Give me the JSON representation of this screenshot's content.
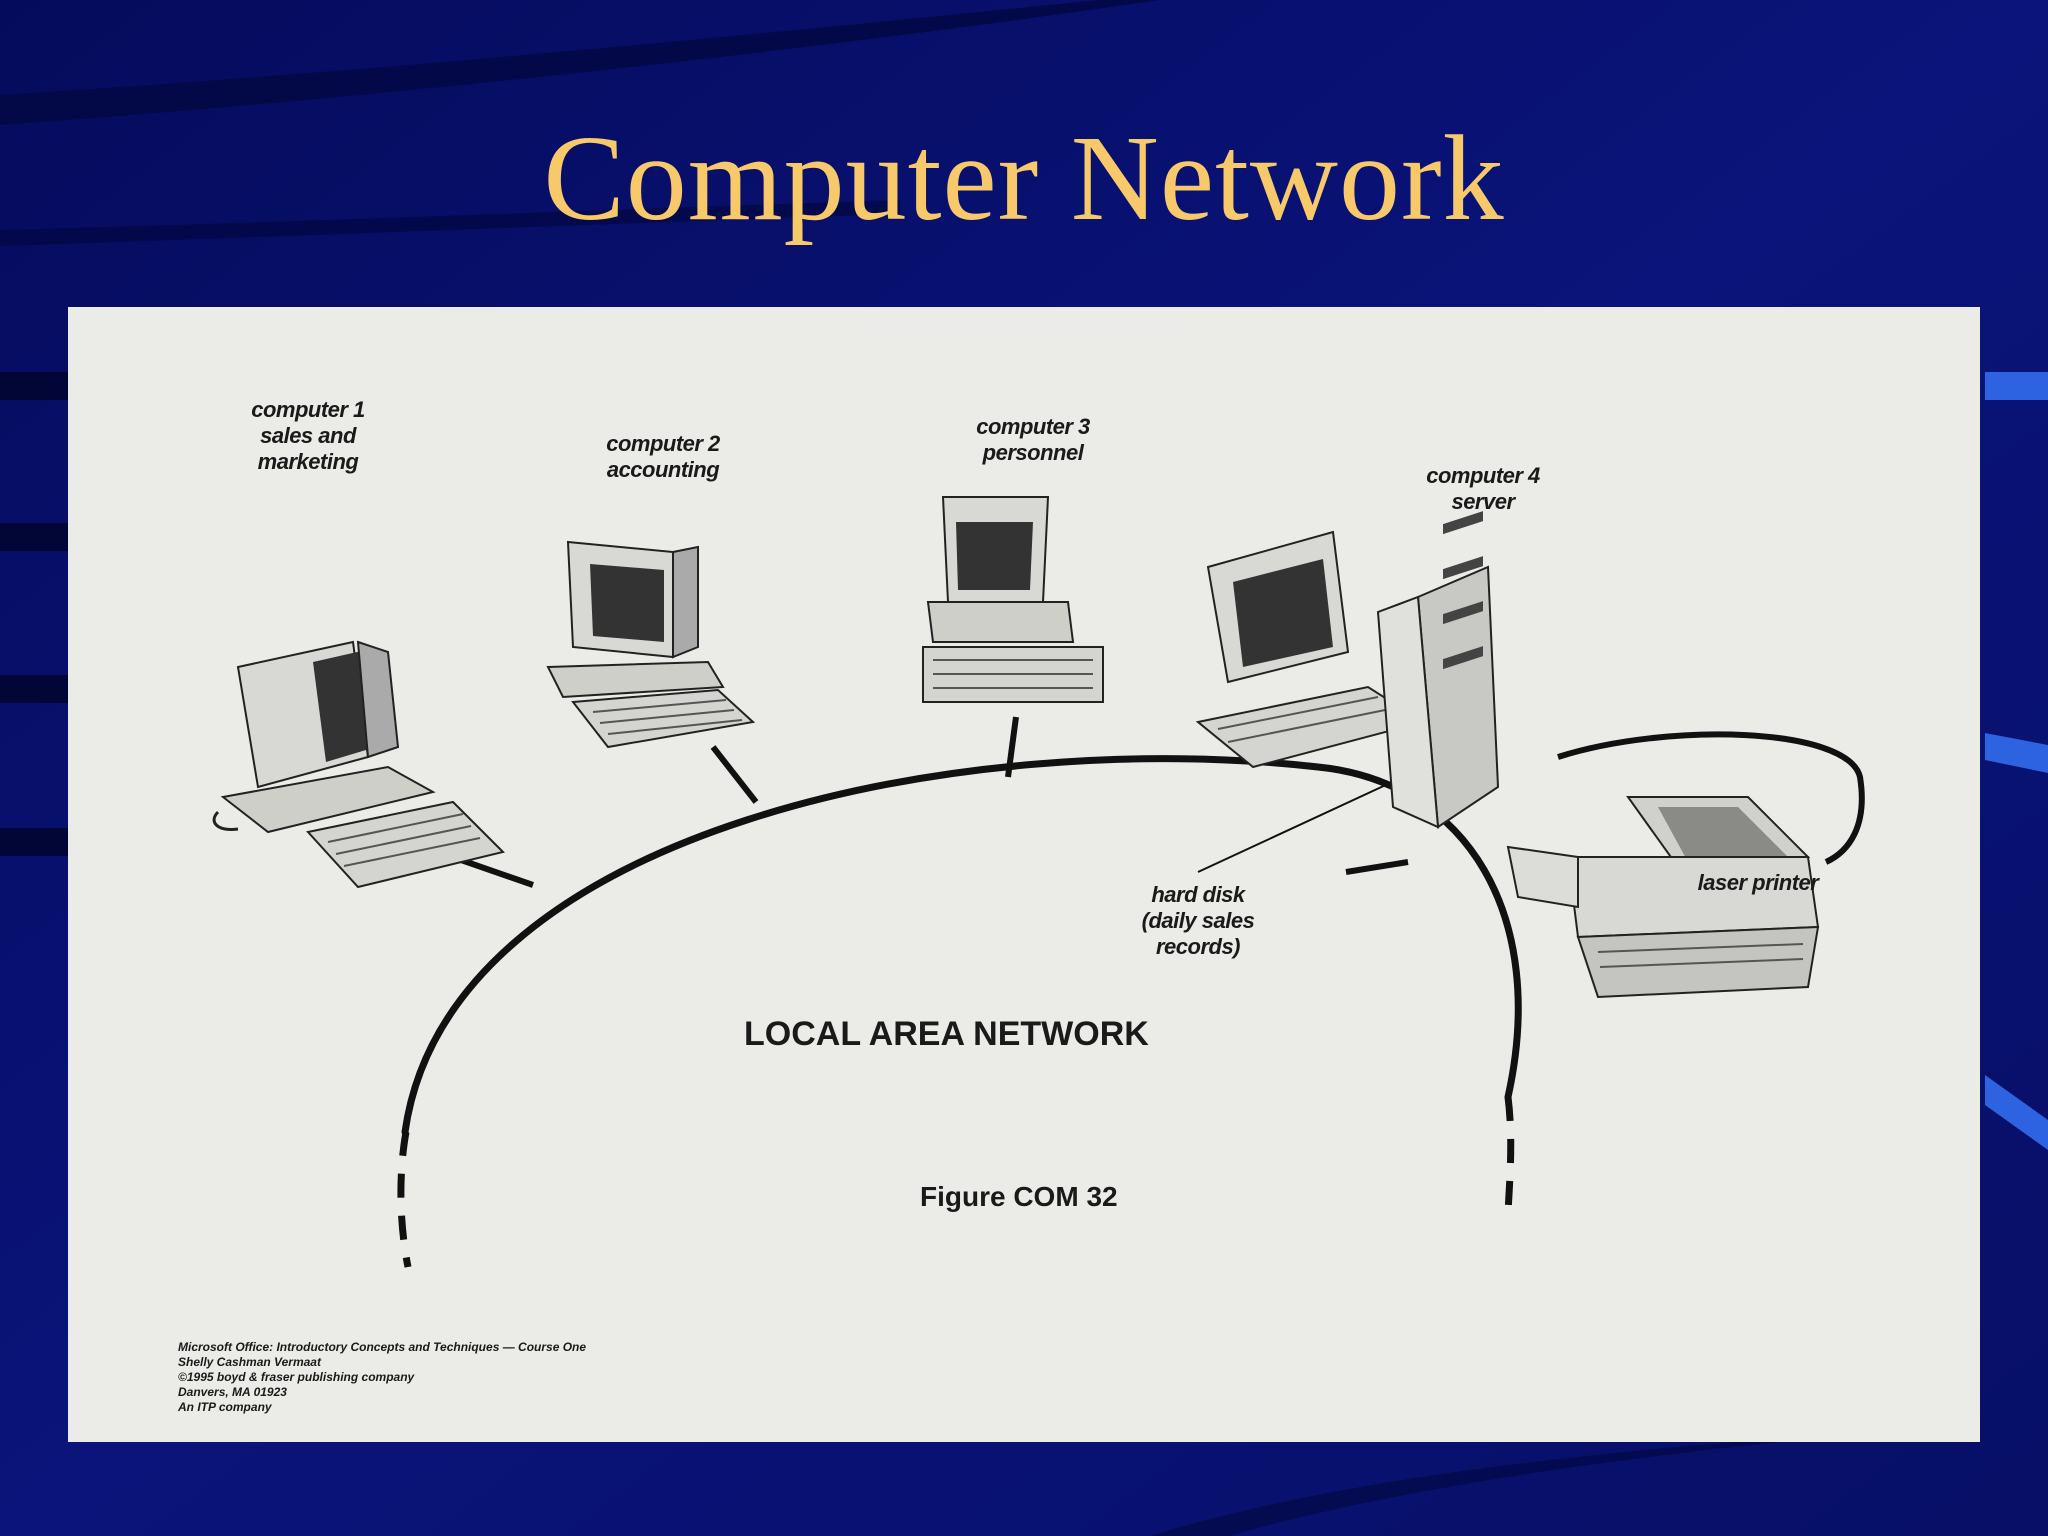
{
  "slide": {
    "title": "Computer Network",
    "colors": {
      "background": "#08106e",
      "title": "#f7c96a",
      "panel": "#ebebe8"
    }
  },
  "diagram": {
    "nodes": [
      {
        "id": "computer-1",
        "label": "computer 1\nsales and\nmarketing",
        "icon": "desktop-computer-icon"
      },
      {
        "id": "computer-2",
        "label": "computer 2\naccounting",
        "icon": "desktop-computer-icon"
      },
      {
        "id": "computer-3",
        "label": "computer 3\npersonnel",
        "icon": "desktop-computer-icon"
      },
      {
        "id": "computer-4",
        "label": "computer 4\nserver",
        "icon": "server-tower-icon"
      },
      {
        "id": "laser-printer",
        "label": "laser printer",
        "icon": "printer-icon"
      }
    ],
    "callout": "hard disk\n(daily sales\nrecords)",
    "network_label": "LOCAL AREA NETWORK",
    "caption": "Figure COM 32",
    "credits": [
      "Microsoft Office: Introductory Concepts and Techniques — Course One",
      "Shelly Cashman Vermaat",
      "©1995 boyd & fraser publishing company",
      "Danvers, MA 01923",
      "An ITP company"
    ]
  }
}
